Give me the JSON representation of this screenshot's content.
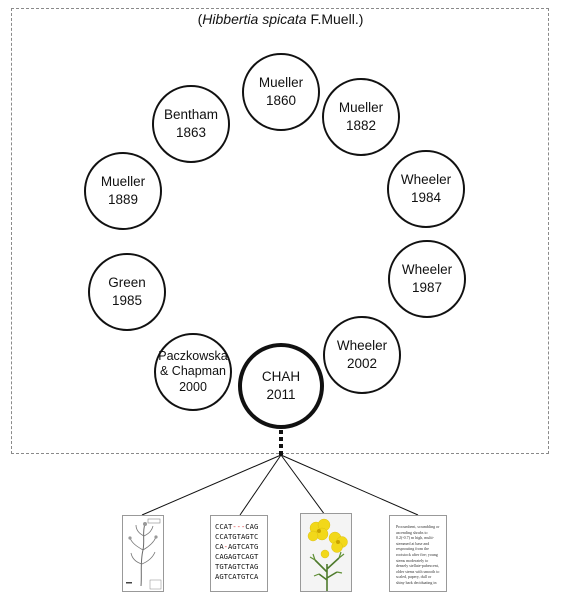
{
  "title": {
    "italic": "Hibbertia spicata",
    "author": "F.Muell.",
    "open": "(",
    "close": ")"
  },
  "nodes": [
    {
      "id": "mueller-1860",
      "name": "Mueller",
      "year": "1860"
    },
    {
      "id": "mueller-1882",
      "name": "Mueller",
      "year": "1882"
    },
    {
      "id": "wheeler-1984",
      "name": "Wheeler",
      "year": "1984"
    },
    {
      "id": "wheeler-1987",
      "name": "Wheeler",
      "year": "1987"
    },
    {
      "id": "wheeler-2002",
      "name": "Wheeler",
      "year": "2002"
    },
    {
      "id": "chah-2011",
      "name": "CHAH",
      "year": "2011"
    },
    {
      "id": "paczkowska-2000",
      "name": "Paczkowska",
      "name2": "& Chapman",
      "year": "2000"
    },
    {
      "id": "green-1985",
      "name": "Green",
      "year": "1985"
    },
    {
      "id": "mueller-1889",
      "name": "Mueller",
      "year": "1889"
    },
    {
      "id": "bentham-1863",
      "name": "Bentham",
      "year": "1863"
    }
  ],
  "evidence": {
    "sequence_lines": [
      "CCAT---CAG",
      "CCATGTAGTC",
      "CA-AGTCATG",
      "CAGAGTCAGT",
      "TGTAGTCTAG",
      "AGTCATGTCA"
    ],
    "description_text": "Procumbent, scrambling or ascending shrubs to 0.2(-0.7) m high, multi-stemmed at base and resprouting from the rootstock after fire; young stems moderately to densely stellate-pubescent, older stems with smooth to scaled, papery, dull or shiny bark deciduating in",
    "icons": [
      "herbarium-specimen-icon",
      "dna-sequence-icon",
      "flower-photo-icon",
      "description-text-icon"
    ],
    "flower_color": "#f2d81a"
  },
  "colors": {
    "stroke": "#111111",
    "frame": "#8a8a8a"
  }
}
